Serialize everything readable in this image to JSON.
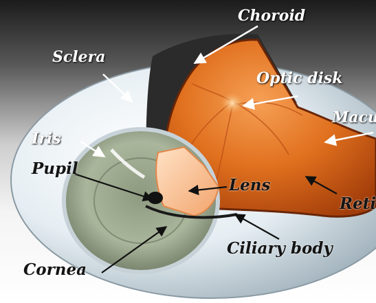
{
  "labels": {
    "choroid": "Choroid",
    "sclera": "Sclera",
    "optic_disk": "Optic disk",
    "macula": "Macula",
    "iris": "Iris",
    "pupil": "Pupil",
    "lens": "Lens",
    "retina": "Retina",
    "ciliary_body": "Ciliary body",
    "cornea": "Cornea"
  }
}
